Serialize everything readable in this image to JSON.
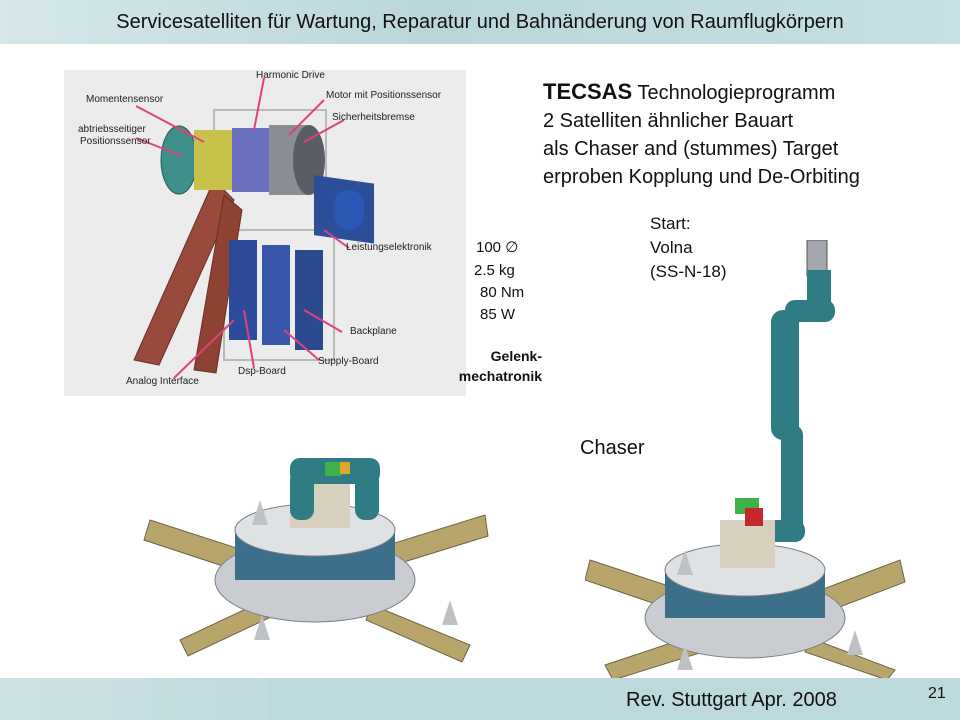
{
  "header": {
    "title": "Servicesatelliten für Wartung, Reparatur und Bahnänderung von Raumflugkörpern"
  },
  "joint_figure_labels": {
    "harmonic_drive": "Harmonic Drive",
    "momentensensor": "Momentensensor",
    "motor": "Motor mit Positionssensor",
    "abtrieb_1": "abtriebsseitiger",
    "abtrieb_2": "Positionssensor",
    "bremse": "Sicherheitsbremse",
    "leistung": "Leistungselektronik",
    "backplane": "Backplane",
    "supply": "Supply-Board",
    "dsp": "Dsp-Board",
    "analog": "Analog Interface"
  },
  "specs": {
    "diameter": "100 ∅",
    "mass": "2.5 kg",
    "torque": "80 Nm",
    "power": "85 W"
  },
  "joint_caption": {
    "line1": "Gelenk-",
    "line2": "mechatronik"
  },
  "program": {
    "name": "TECSAS",
    "name_suffix": " Technologieprogramm",
    "line2": "2 Satelliten ähnlicher Bauart",
    "line3": "als Chaser and (stummes) Target",
    "line4": "erproben Kopplung und De-Orbiting"
  },
  "launch": {
    "line1": "Start:",
    "line2": "Volna",
    "line3": "(SS-N-18)"
  },
  "chaser_label": "Chaser",
  "footer": {
    "rev": "Rev.  Stuttgart  Apr. 2008",
    "page": "21"
  }
}
